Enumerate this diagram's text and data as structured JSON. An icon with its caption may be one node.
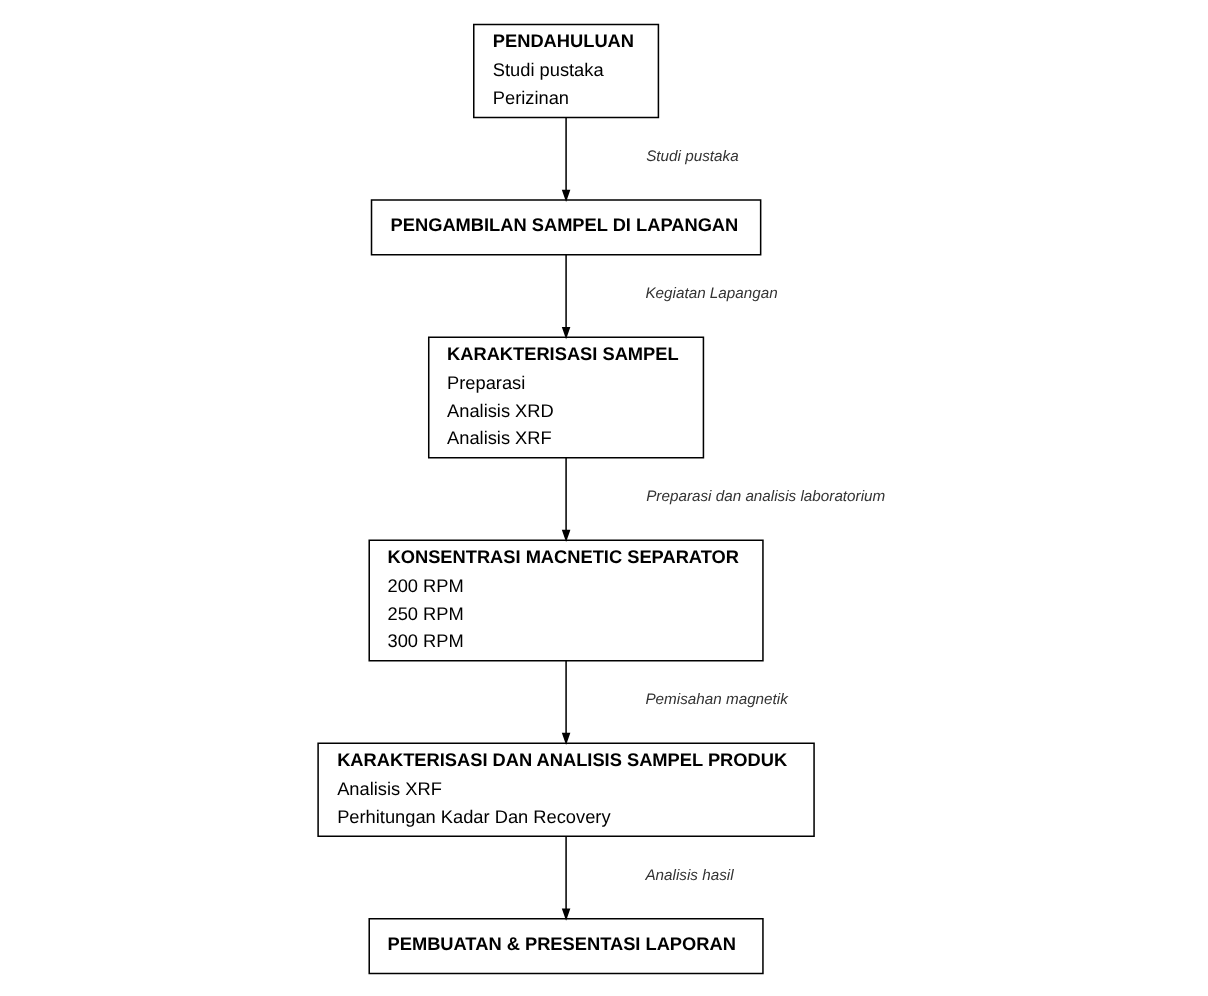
{
  "diagram": {
    "nodes": [
      {
        "text": [
          "PENDAHULUAN",
          "Studi pustaka",
          "Perizinan"
        ]
      },
      {
        "text": [
          "PENGAMBILAN SAMPEL DI LAPANGAN"
        ]
      },
      {
        "text": [
          "KARAKTERISASI SAMPEL",
          "Preparasi",
          "Analisis XRD",
          "Analisis XRF"
        ]
      },
      {
        "text": [
          "KONSENTRASI MACNETIC SEPARATOR",
          "200 RPM",
          "250 RPM",
          "300 RPM"
        ]
      },
      {
        "text": [
          "KARAKTERISASI DAN ANALISIS SAMPEL PRODUK",
          "Analisis XRF",
          "Perhitungan Kadar Dan Recovery"
        ]
      },
      {
        "text": [
          "PEMBUATAN & PRESENTASI LAPORAN"
        ]
      }
    ],
    "edges": [
      {
        "from": 0,
        "to": 1,
        "arrow": "to"
      },
      {
        "from": 1,
        "to": 2,
        "arrow": "to"
      },
      {
        "from": 2,
        "to": 3,
        "arrow": "to"
      },
      {
        "from": 3,
        "to": 4,
        "arrow": "to"
      },
      {
        "from": 4,
        "to": 5,
        "arrow": "to"
      }
    ],
    "labels": [
      "Studi pustaka",
      "Kegiatan Lapangan",
      "Preparasi dan analisis laboratorium",
      "Pemisahan magnetik",
      "Analisis hasil"
    ]
  }
}
